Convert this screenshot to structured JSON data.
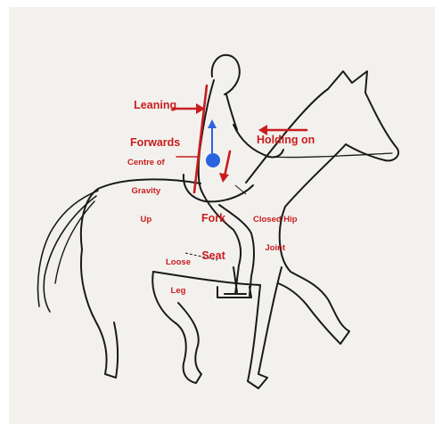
{
  "labels": {
    "leaning_forwards_1": "Leaning",
    "leaning_forwards_2": "Forwards",
    "holding_on": "Holding on",
    "centre_gravity_1": "Centre of",
    "centre_gravity_2": "Gravity",
    "centre_gravity_3": "Up",
    "fork_seat_1": "Fork",
    "fork_seat_2": "Seat",
    "closed_hip_1": "Closed Hip",
    "closed_hip_2": "Joint",
    "loose_leg_1": "Loose",
    "loose_leg_2": "Leg"
  },
  "colors": {
    "annotation": "#c91d1d",
    "centre_of_gravity_dot": "#2a63e0",
    "sketch": "#1a1a1a",
    "background": "#f2f1ee"
  }
}
